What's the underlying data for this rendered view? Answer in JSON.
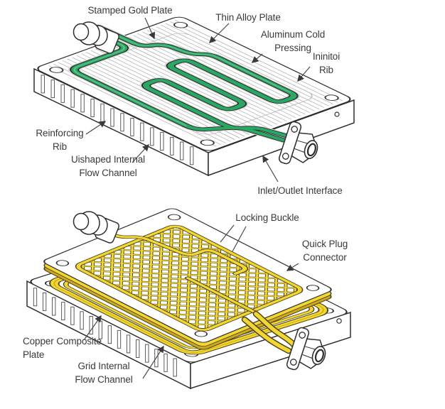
{
  "figure": {
    "colors": {
      "tube_green": "#2aa763",
      "tube_green_dark": "#2b2b2b",
      "channel_yellow": "#f3d731",
      "channel_yellow_dark": "#4a4320",
      "plate_white": "#ffffff",
      "outline": "#2e2e2e",
      "hatch_gray": "#9a9a9a",
      "text": "#3a3a3a"
    },
    "top_diagram": {
      "labels": {
        "stamped_gold_plate": "Stamped Gold Plate",
        "thin_alloy_plate": "Thin Alloy Plate",
        "aluminum_cold_pressing": "Aluminum Cold\nPressing",
        "ininitoi_rib": "Ininitoi\nRib",
        "reinforcing_rib": "Reinforcing\nRib",
        "uishaped_internal_flow_channel": "Uishaped Internal\nFlow Channel",
        "inlet_outlet_interface": "Inlet/Outlet Interface"
      }
    },
    "bottom_diagram": {
      "labels": {
        "locking_buckle": "Locking Buckle",
        "quick_plug_connector": "Quick Plug\nConnector",
        "copper_composite_plate": "Copper Composite\nPlate",
        "grid_internal_flow_channel": "Grid Internal\nFlow Channel"
      }
    }
  }
}
